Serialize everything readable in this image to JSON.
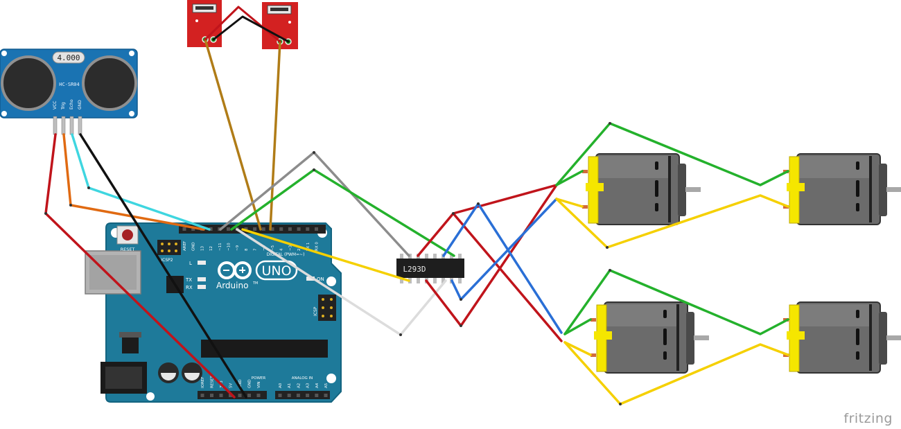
{
  "sensor": {
    "display": "4.000",
    "model": "HC-SR04",
    "pins": [
      "VCC",
      "Trig",
      "Echo",
      "GND"
    ]
  },
  "board": {
    "reset_label": "RESET",
    "icsp2_label": "ICSP2",
    "icsp_label": "ICSP",
    "led_l": "L",
    "led_tx": "TX",
    "led_rx": "RX",
    "on_label": "ON",
    "brand": "Arduino",
    "tm": "TM",
    "uno": "UNO",
    "digital_label": "DIGITAL (PWM=~)",
    "power_label": "POWER",
    "analog_label": "ANALOG IN",
    "top_pins": [
      "AREF",
      "GND",
      "13",
      "12",
      "~11",
      "~10",
      "~9",
      "8",
      "7",
      "~6",
      "~5",
      "4",
      "~3",
      "2",
      "TX 1",
      "RX 0"
    ],
    "power_pins": [
      "IOREF",
      "RESET",
      "3V3",
      "5V",
      "GND",
      "GND",
      "VIN"
    ],
    "analog_pins": [
      "A0",
      "A1",
      "A2",
      "A3",
      "A4",
      "A5"
    ]
  },
  "ic": {
    "label": "L293D"
  },
  "watermark": "fritzing",
  "colors": {
    "board": "#1e7a9a",
    "board_edge": "#136480",
    "sensor": "#1a73b2",
    "red_module": "#d32121",
    "motor_body": "#6b6b6b",
    "motor_cap": "#f5e600",
    "wire_red": "#c0141b",
    "wire_black": "#111111",
    "wire_green": "#24b12c",
    "wire_yellow": "#f5d000",
    "wire_blue": "#2a6fd6",
    "wire_gray": "#8c8c8c",
    "wire_brown": "#b07c17",
    "wire_orange": "#e06a12",
    "wire_cyan": "#3fd6e0",
    "wire_white": "#dcdcdc"
  }
}
